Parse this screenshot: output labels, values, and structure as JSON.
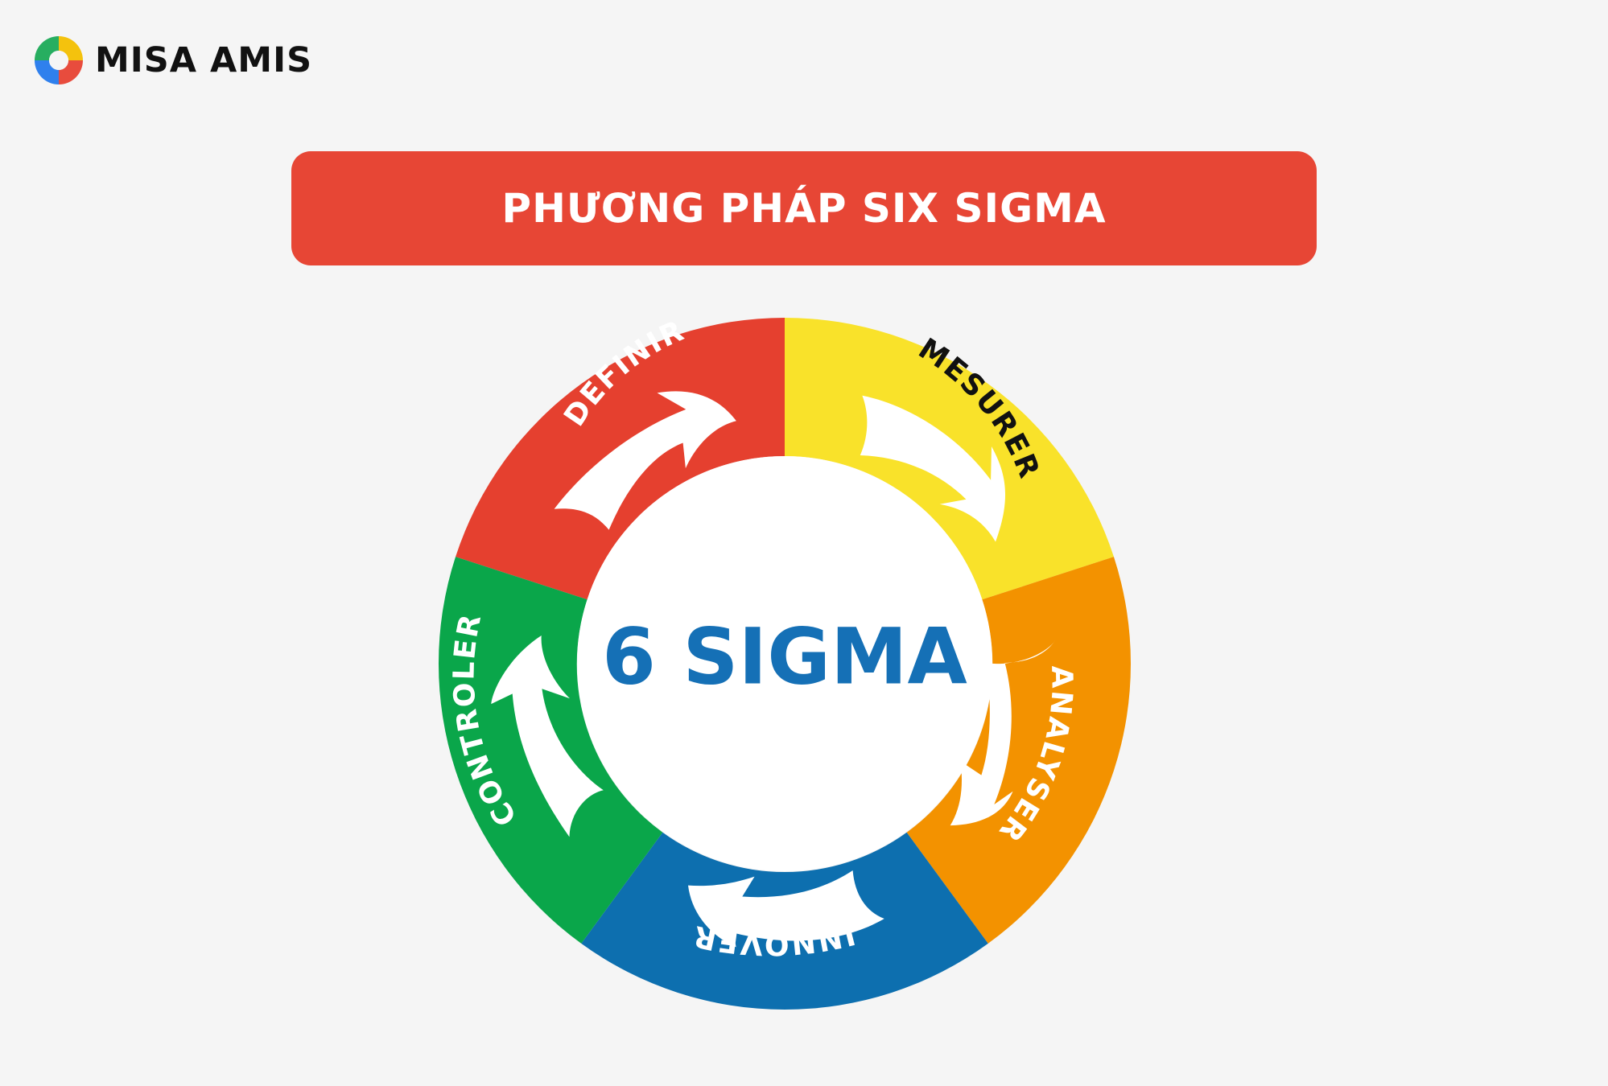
{
  "brand": {
    "name": "MISA AMIS"
  },
  "banner": {
    "title": "PHƯƠNG PHÁP SIX SIGMA"
  },
  "center": {
    "label": "6 SIGMA",
    "color": "#1570b6"
  },
  "phases": [
    {
      "label": "DEFINIR",
      "color": "#e5402f",
      "text_color": "#ffffff"
    },
    {
      "label": "MESURER",
      "color": "#f9e22a",
      "text_color": "#111111"
    },
    {
      "label": "ANALYSER",
      "color": "#f39200",
      "text_color": "#ffffff"
    },
    {
      "label": "INNOVER",
      "color": "#0d6faf",
      "text_color": "#ffffff"
    },
    {
      "label": "CONTROLER",
      "color": "#0aa64a",
      "text_color": "#ffffff"
    }
  ],
  "colors": {
    "background": "#f5f5f5",
    "banner": "#e74635"
  }
}
